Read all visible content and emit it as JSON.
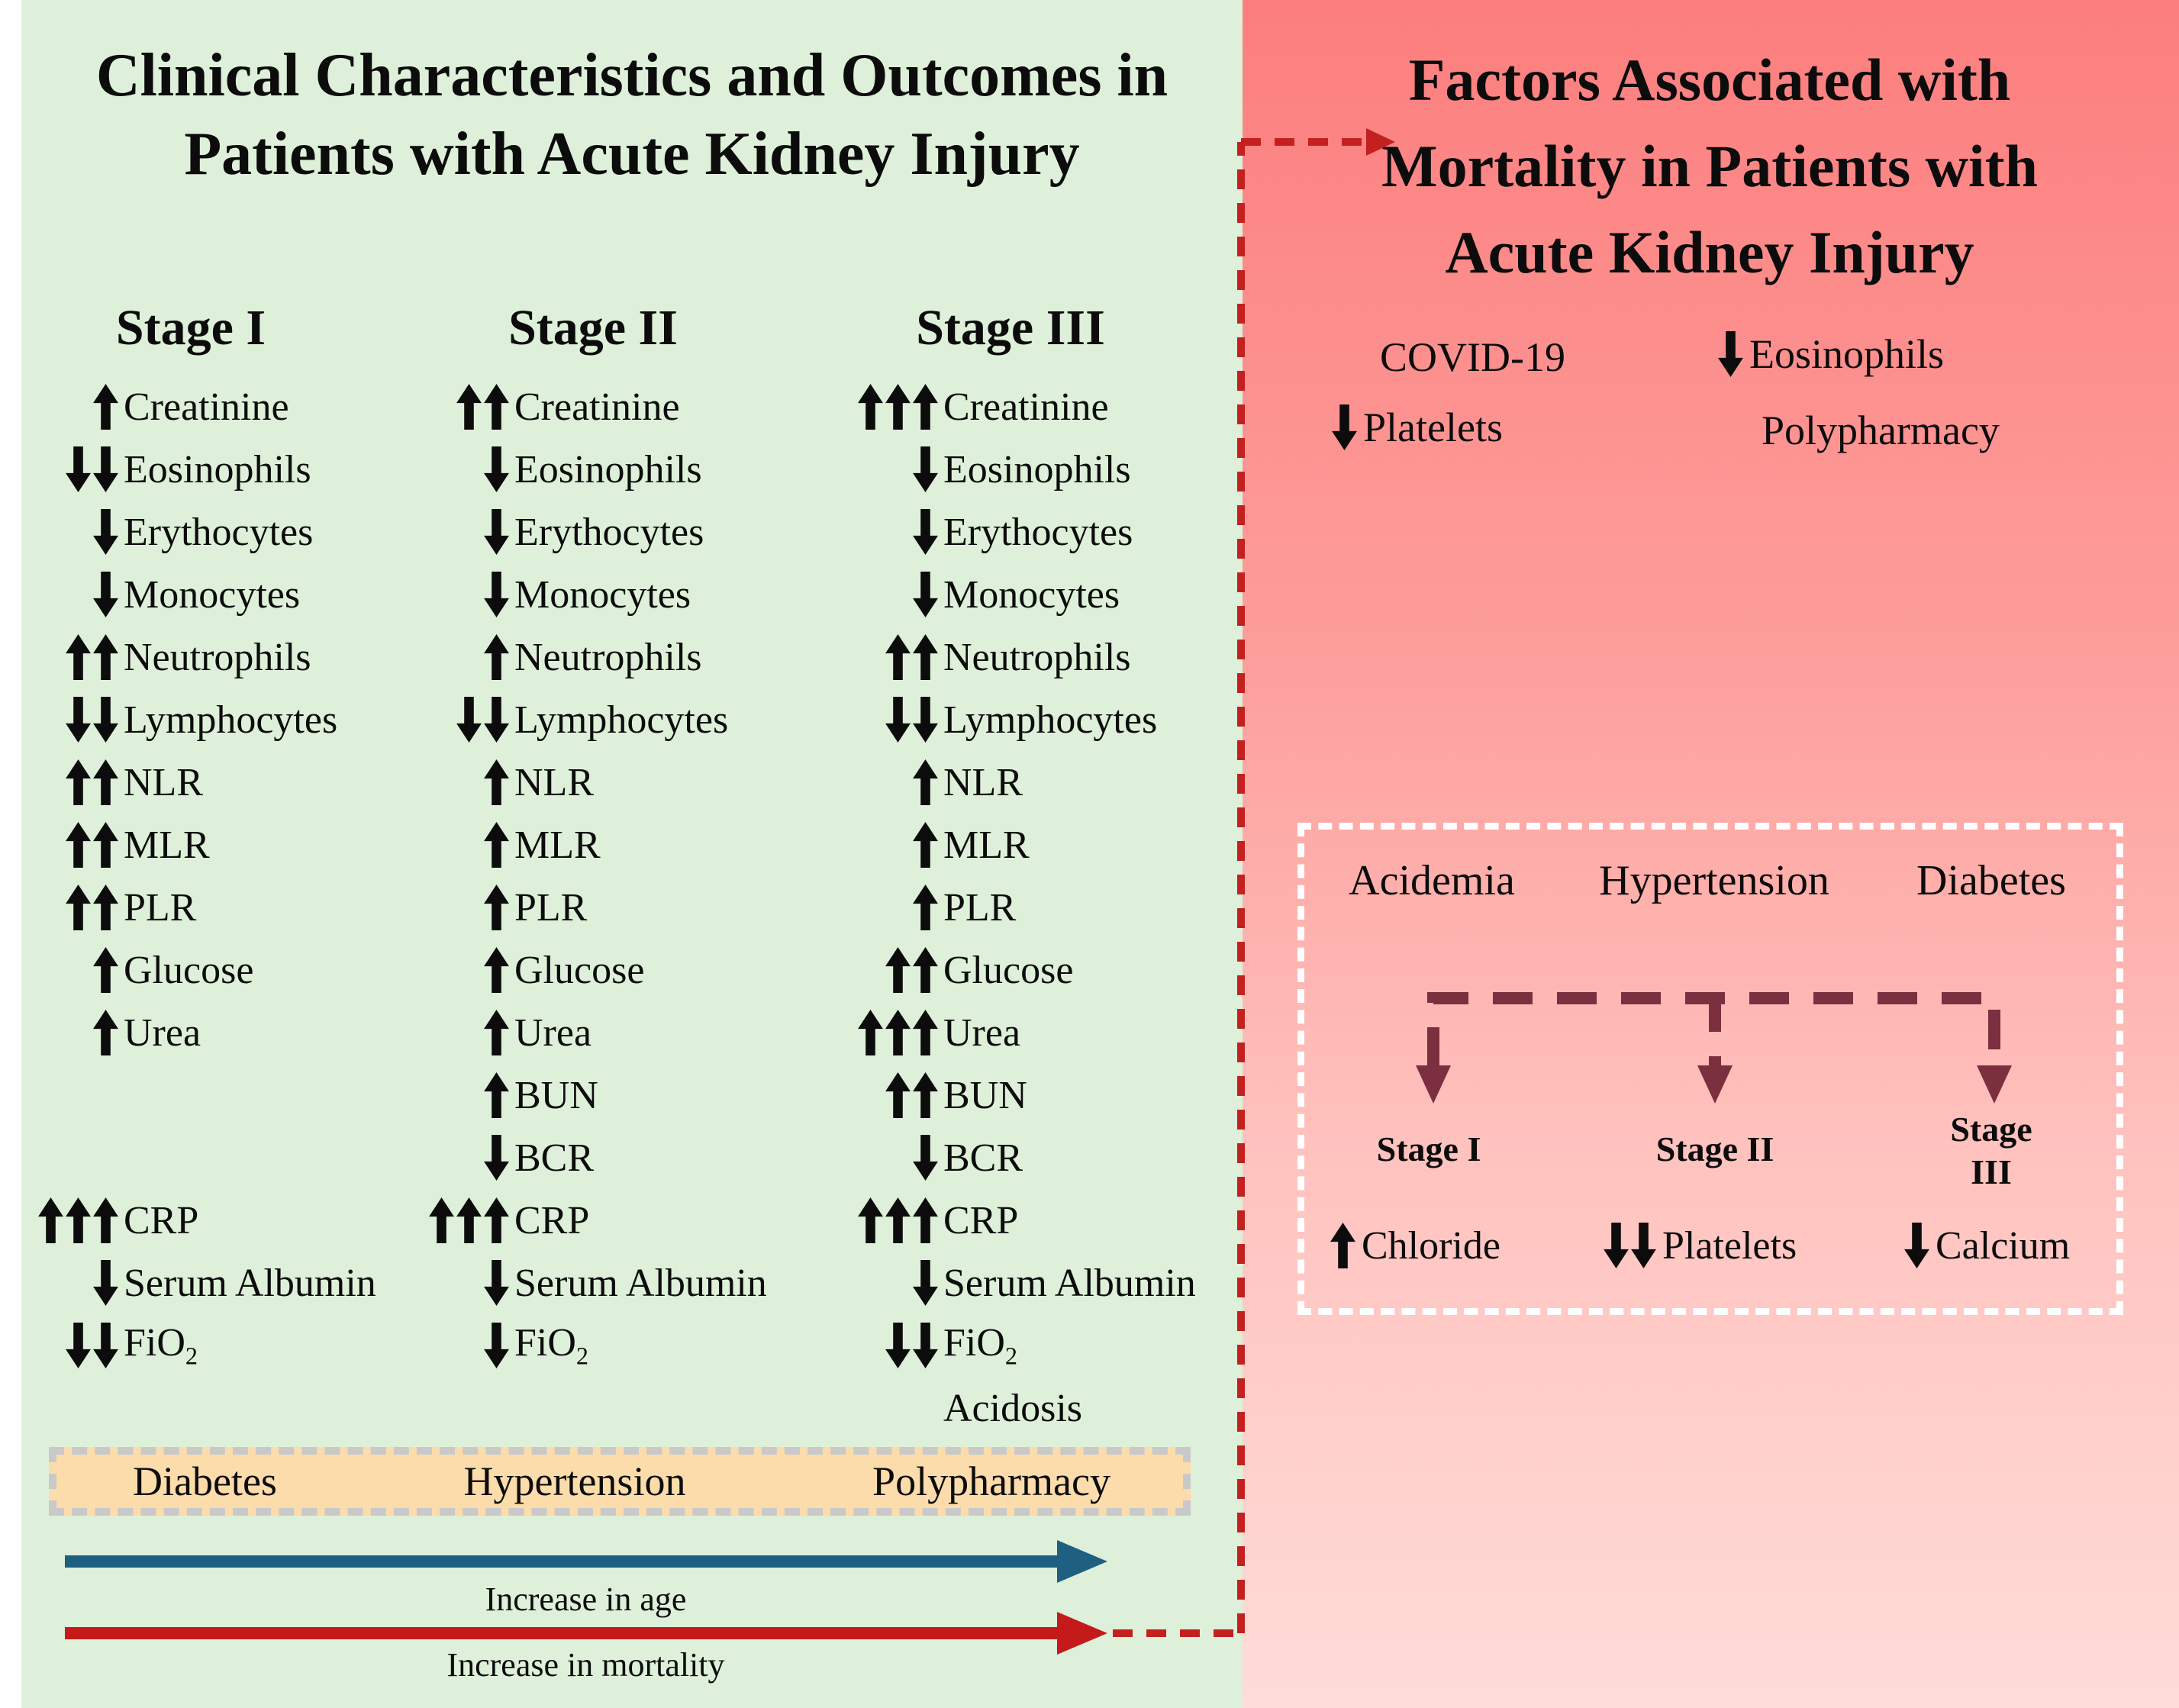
{
  "left_panel": {
    "title_line1": "Clinical Characteristics and Outcomes in",
    "title_line2": "Patients with Acute Kidney Injury",
    "stages": [
      {
        "name": "Stage I",
        "rows": [
          {
            "slot": 0,
            "dir": "up",
            "n": 1,
            "label": "Creatinine"
          },
          {
            "slot": 1,
            "dir": "down",
            "n": 2,
            "label": "Eosinophils"
          },
          {
            "slot": 2,
            "dir": "down",
            "n": 1,
            "label": "Erythocytes"
          },
          {
            "slot": 3,
            "dir": "down",
            "n": 1,
            "label": "Monocytes"
          },
          {
            "slot": 4,
            "dir": "up",
            "n": 2,
            "label": "Neutrophils"
          },
          {
            "slot": 5,
            "dir": "down",
            "n": 2,
            "label": "Lymphocytes"
          },
          {
            "slot": 6,
            "dir": "up",
            "n": 2,
            "label": "NLR"
          },
          {
            "slot": 7,
            "dir": "up",
            "n": 2,
            "label": "MLR"
          },
          {
            "slot": 8,
            "dir": "up",
            "n": 2,
            "label": "PLR"
          },
          {
            "slot": 9,
            "dir": "up",
            "n": 1,
            "label": "Glucose"
          },
          {
            "slot": 10,
            "dir": "up",
            "n": 1,
            "label": "Urea"
          },
          {
            "slot": 13,
            "dir": "up",
            "n": 3,
            "label": "CRP"
          },
          {
            "slot": 14,
            "dir": "down",
            "n": 1,
            "label": "Serum Albumin"
          },
          {
            "slot": 15,
            "dir": "down",
            "n": 2,
            "label": "FiO",
            "sub": "2"
          }
        ]
      },
      {
        "name": "Stage II",
        "rows": [
          {
            "slot": 0,
            "dir": "up",
            "n": 2,
            "label": "Creatinine"
          },
          {
            "slot": 1,
            "dir": "down",
            "n": 1,
            "label": "Eosinophils"
          },
          {
            "slot": 2,
            "dir": "down",
            "n": 1,
            "label": "Erythocytes"
          },
          {
            "slot": 3,
            "dir": "down",
            "n": 1,
            "label": "Monocytes"
          },
          {
            "slot": 4,
            "dir": "up",
            "n": 1,
            "label": "Neutrophils"
          },
          {
            "slot": 5,
            "dir": "down",
            "n": 2,
            "label": "Lymphocytes"
          },
          {
            "slot": 6,
            "dir": "up",
            "n": 1,
            "label": "NLR"
          },
          {
            "slot": 7,
            "dir": "up",
            "n": 1,
            "label": "MLR"
          },
          {
            "slot": 8,
            "dir": "up",
            "n": 1,
            "label": "PLR"
          },
          {
            "slot": 9,
            "dir": "up",
            "n": 1,
            "label": "Glucose"
          },
          {
            "slot": 10,
            "dir": "up",
            "n": 1,
            "label": "Urea"
          },
          {
            "slot": 11,
            "dir": "up",
            "n": 1,
            "label": "BUN"
          },
          {
            "slot": 12,
            "dir": "down",
            "n": 1,
            "label": "BCR"
          },
          {
            "slot": 13,
            "dir": "up",
            "n": 3,
            "label": "CRP"
          },
          {
            "slot": 14,
            "dir": "down",
            "n": 1,
            "label": "Serum Albumin"
          },
          {
            "slot": 15,
            "dir": "down",
            "n": 1,
            "label": "FiO",
            "sub": "2"
          }
        ]
      },
      {
        "name": "Stage III",
        "rows": [
          {
            "slot": 0,
            "dir": "up",
            "n": 3,
            "label": "Creatinine"
          },
          {
            "slot": 1,
            "dir": "down",
            "n": 1,
            "label": "Eosinophils"
          },
          {
            "slot": 2,
            "dir": "down",
            "n": 1,
            "label": "Erythocytes"
          },
          {
            "slot": 3,
            "dir": "down",
            "n": 1,
            "label": "Monocytes"
          },
          {
            "slot": 4,
            "dir": "up",
            "n": 2,
            "label": "Neutrophils"
          },
          {
            "slot": 5,
            "dir": "down",
            "n": 2,
            "label": "Lymphocytes"
          },
          {
            "slot": 6,
            "dir": "up",
            "n": 1,
            "label": "NLR"
          },
          {
            "slot": 7,
            "dir": "up",
            "n": 1,
            "label": "MLR"
          },
          {
            "slot": 8,
            "dir": "up",
            "n": 1,
            "label": "PLR"
          },
          {
            "slot": 9,
            "dir": "up",
            "n": 2,
            "label": "Glucose"
          },
          {
            "slot": 10,
            "dir": "up",
            "n": 3,
            "label": "Urea"
          },
          {
            "slot": 11,
            "dir": "up",
            "n": 2,
            "label": "BUN"
          },
          {
            "slot": 12,
            "dir": "down",
            "n": 1,
            "label": "BCR"
          },
          {
            "slot": 13,
            "dir": "up",
            "n": 3,
            "label": "CRP"
          },
          {
            "slot": 14,
            "dir": "down",
            "n": 1,
            "label": "Serum Albumin"
          },
          {
            "slot": 15,
            "dir": "down",
            "n": 2,
            "label": "FiO",
            "sub": "2"
          },
          {
            "slot": 16,
            "dir": "none",
            "n": 0,
            "label": "Acidosis"
          }
        ]
      }
    ],
    "comorbidities": [
      "Diabetes",
      "Hypertension",
      "Polypharmacy"
    ],
    "age_arrow_label": "Increase in age",
    "mortality_arrow_label": "Increase in mortality"
  },
  "right_panel": {
    "title_line1": "Factors Associated with",
    "title_line2": "Mortality in Patients with",
    "title_line3": "Acute Kidney Injury",
    "top_factors": [
      {
        "dir": "none",
        "n": 0,
        "label": "COVID-19"
      },
      {
        "dir": "down",
        "n": 1,
        "label": "Eosinophils"
      },
      {
        "dir": "down",
        "n": 1,
        "label": "Platelets"
      },
      {
        "dir": "none",
        "n": 0,
        "label": "Polypharmacy"
      }
    ],
    "risk_box": {
      "factors": [
        "Acidemia",
        "Hypertension",
        "Diabetes"
      ],
      "branches": [
        {
          "stage": "Stage I",
          "dir": "up",
          "n": 1,
          "label": "Chloride"
        },
        {
          "stage": "Stage II",
          "dir": "down",
          "n": 2,
          "label": "Platelets"
        },
        {
          "stage": "Stage\nIII",
          "dir": "down",
          "n": 1,
          "label": "Calcium"
        }
      ]
    }
  },
  "colors": {
    "left_bg": "#def0d9",
    "right_bg_top": "#fc7e7e",
    "right_bg_bottom": "#ffdcd8",
    "comorbidity_box_fill": "#fcdcab",
    "comorbidity_box_border": "#c9c9c9",
    "age_arrow": "#1f5f82",
    "mortality_arrow": "#c41a1a",
    "dashed_path_red": "#c42020",
    "branch_connector_maroon": "#7c2f3e",
    "risk_box_border": "#ffffff",
    "text": "#0c0c0c"
  }
}
